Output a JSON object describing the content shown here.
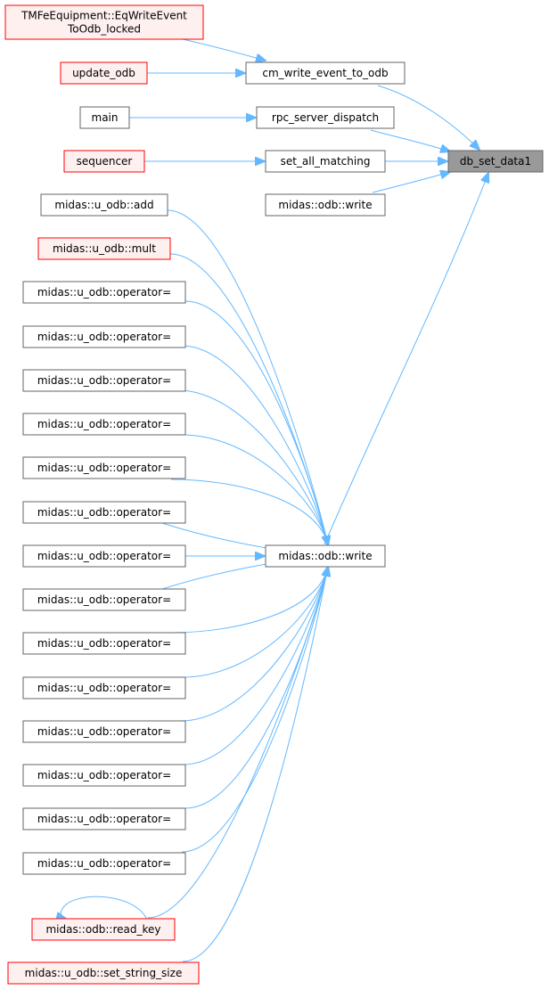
{
  "colors": {
    "edge": "#63b8ff",
    "box_border": "#666666",
    "box_border_red": "#ff0000",
    "box_fill": "#ffffff",
    "box_fill_red": "#fff0f0",
    "box_fill_focus": "#999999"
  },
  "nodes": {
    "tmfe": [
      "TMFeEquipment::EqWriteEvent",
      "ToOdb_locked"
    ],
    "update_odb": [
      "update_odb"
    ],
    "cm_write": [
      "cm_write_event_to_odb"
    ],
    "main": [
      "main"
    ],
    "rpc": [
      "rpc_server_dispatch"
    ],
    "sequencer": [
      "sequencer"
    ],
    "set_all": [
      "set_all_matching"
    ],
    "db_set": [
      "db_set_data1"
    ],
    "write_top": [
      "midas::odb::write"
    ],
    "add": [
      "midas::u_odb::add"
    ],
    "mult": [
      "midas::u_odb::mult"
    ],
    "op1": [
      "midas::u_odb::operator="
    ],
    "op2": [
      "midas::u_odb::operator="
    ],
    "op3": [
      "midas::u_odb::operator="
    ],
    "op4": [
      "midas::u_odb::operator="
    ],
    "op5": [
      "midas::u_odb::operator="
    ],
    "op6": [
      "midas::u_odb::operator="
    ],
    "op7": [
      "midas::u_odb::operator="
    ],
    "op8": [
      "midas::u_odb::operator="
    ],
    "op9": [
      "midas::u_odb::operator="
    ],
    "op10": [
      "midas::u_odb::operator="
    ],
    "op11": [
      "midas::u_odb::operator="
    ],
    "op12": [
      "midas::u_odb::operator="
    ],
    "op13": [
      "midas::u_odb::operator="
    ],
    "op14": [
      "midas::u_odb::operator="
    ],
    "write_mid": [
      "midas::odb::write"
    ],
    "read_key": [
      "midas::odb::read_key"
    ],
    "set_str": [
      "midas::u_odb::set_string_size"
    ]
  }
}
